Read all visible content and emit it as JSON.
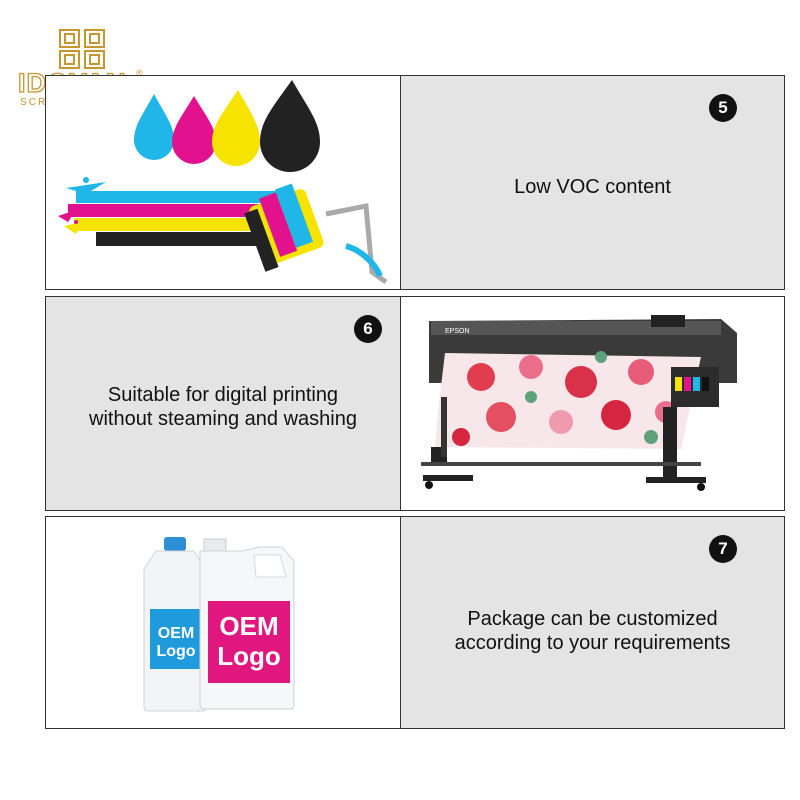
{
  "brand": {
    "name": "IDOYAN",
    "registered": "®",
    "tagline": "SCREEN PRINTING",
    "color": "#c7962e"
  },
  "features": [
    {
      "number": "5",
      "lines": [
        "Low VOC content"
      ],
      "image_icon": "cmyk-ink-roller-icon"
    },
    {
      "number": "6",
      "lines": [
        "Suitable for digital printing",
        "without steaming and washing"
      ],
      "image_icon": "large-format-printer-icon"
    },
    {
      "number": "7",
      "lines": [
        "Package can be customized",
        "according to your requirements"
      ],
      "image_icon": "ink-bottles-icon"
    }
  ],
  "package_labels": {
    "small_bottle": [
      "OEM",
      "Logo"
    ],
    "large_bottle": [
      "OEM",
      "Logo"
    ]
  },
  "printer_brand": "EPSON",
  "colors": {
    "cyan": "#21b6e8",
    "magenta": "#e2128f",
    "yellow": "#f6e300",
    "black": "#222222",
    "panel_gray": "#e4e4e4"
  }
}
